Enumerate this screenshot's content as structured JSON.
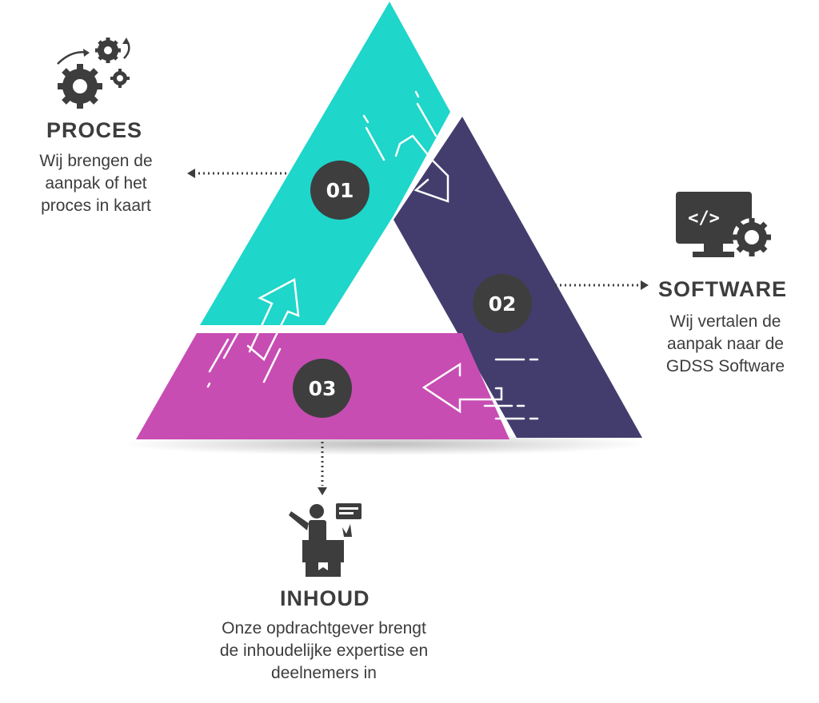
{
  "colors": {
    "proces": "#1ed6c9",
    "software": "#433d6e",
    "inhoud": "#c74db3",
    "circle": "#3e3e3e",
    "text": "#3d3d3d"
  },
  "segments": [
    {
      "number": "01",
      "title": "PROCES",
      "description_lines": [
        "Wij brengen de",
        "aanpak of het",
        "proces in kaart"
      ],
      "icon": "gears-icon"
    },
    {
      "number": "02",
      "title": "SOFTWARE",
      "description_lines": [
        "Wij vertalen de",
        "aanpak naar de",
        "GDSS Software"
      ],
      "icon": "monitor-code-gear-icon"
    },
    {
      "number": "03",
      "title": "INHOUD",
      "description_lines": [
        "Onze opdrachtgever brengt",
        "de inhoudelijke expertise en",
        "deelnemers in"
      ],
      "icon": "presenter-icon"
    }
  ]
}
